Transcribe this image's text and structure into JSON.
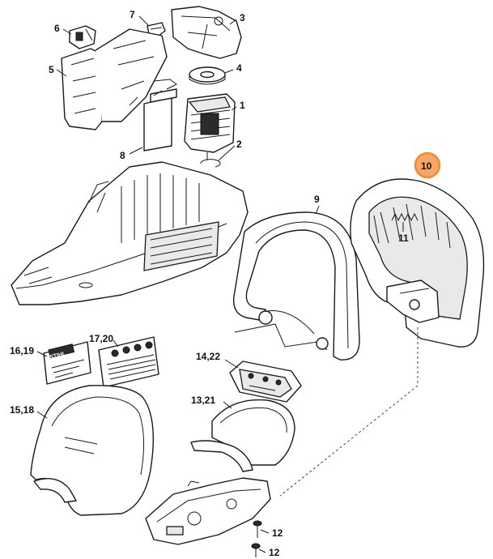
{
  "callouts": {
    "c1": "1",
    "c2": "2",
    "c3": "3",
    "c4": "4",
    "c5": "5",
    "c6": "6",
    "c7": "7",
    "c8": "8",
    "c9": "9",
    "c10": "10",
    "c11": "11",
    "c12a": "12",
    "c12b": "12",
    "c13": "13,21",
    "c14": "14,22",
    "c15": "15,18",
    "c16": "16,19",
    "c17": "17,20"
  },
  "label_brand": "STIHL",
  "highlight_color": "#f28b2c"
}
